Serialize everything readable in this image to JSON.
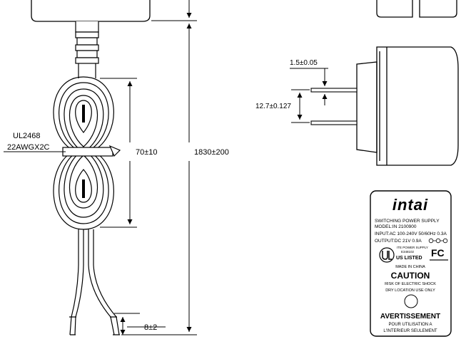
{
  "dimensions": {
    "total_length": "1830±200",
    "coil_height": "70±10",
    "tip_length": "8±2",
    "pin_width": "1.5±0.05",
    "pin_spacing": "12.7±0.127"
  },
  "cable": {
    "line1": "UL2468",
    "line2": "22AWGX2C"
  },
  "label": {
    "brand": "intai",
    "product": "SWITCHING POWER SUPPLY",
    "model": "MODEL:IN 2100900",
    "input": "INPUT:AC 100-240V 50/60Hz 0.3A",
    "output": "OUTPUT:DC 21V 0.9A",
    "ul_note_1": "ITE POWER SUPPLY",
    "ul_note_2": "E348102",
    "ul_listed": "US LISTED",
    "fcc": "FC",
    "made_in": "MADE IN CHINA",
    "caution_title": "CAUTION",
    "caution_1": "RISK OF ELECTRIC SHOCK",
    "caution_2": "DRY LOCATION USE ONLY",
    "avert_title": "AVERTISSEMENT",
    "avert_1": "POUR UTILISATION A",
    "avert_2": "L'INTERIEUR SEULEMENT"
  }
}
